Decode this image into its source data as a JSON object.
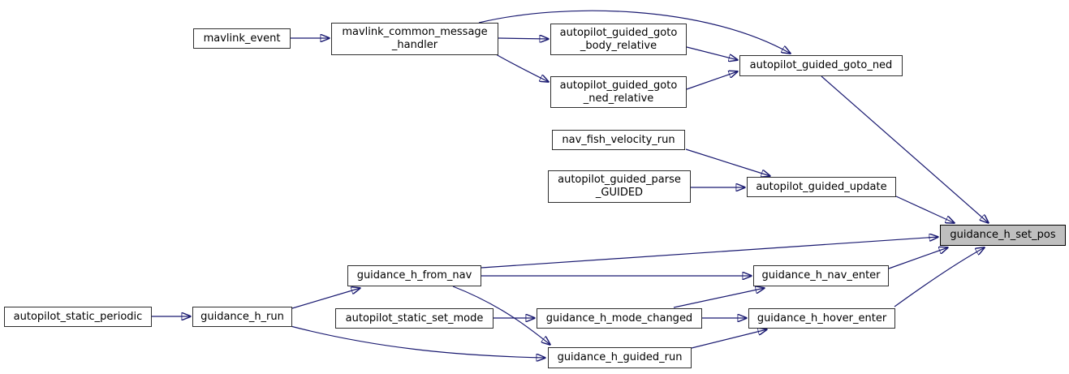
{
  "diagram": {
    "type": "call-graph",
    "background_color": "#ffffff",
    "edge_color": "#191970",
    "node_fill_color": "#ffffff",
    "node_border_color": "#2e2e2e",
    "highlight_fill_color": "#bfbfbf",
    "highlighted_node": "guidance_h_set_pos",
    "nodes": [
      {
        "id": "mavlink_event",
        "label": "mavlink_event"
      },
      {
        "id": "mavlink_common_message_handler",
        "label": "mavlink_common_message\n_handler"
      },
      {
        "id": "autopilot_guided_goto_body_relative",
        "label": "autopilot_guided_goto\n_body_relative"
      },
      {
        "id": "autopilot_guided_goto_ned_relative",
        "label": "autopilot_guided_goto\n_ned_relative"
      },
      {
        "id": "autopilot_guided_goto_ned",
        "label": "autopilot_guided_goto_ned"
      },
      {
        "id": "nav_fish_velocity_run",
        "label": "nav_fish_velocity_run"
      },
      {
        "id": "autopilot_guided_parse_GUIDED",
        "label": "autopilot_guided_parse\n_GUIDED"
      },
      {
        "id": "autopilot_guided_update",
        "label": "autopilot_guided_update"
      },
      {
        "id": "guidance_h_set_pos",
        "label": "guidance_h_set_pos"
      },
      {
        "id": "guidance_h_from_nav",
        "label": "guidance_h_from_nav"
      },
      {
        "id": "autopilot_static_set_mode",
        "label": "autopilot_static_set_mode"
      },
      {
        "id": "guidance_h_mode_changed",
        "label": "guidance_h_mode_changed"
      },
      {
        "id": "guidance_h_guided_run",
        "label": "guidance_h_guided_run"
      },
      {
        "id": "guidance_h_nav_enter",
        "label": "guidance_h_nav_enter"
      },
      {
        "id": "guidance_h_hover_enter",
        "label": "guidance_h_hover_enter"
      },
      {
        "id": "autopilot_static_periodic",
        "label": "autopilot_static_periodic"
      },
      {
        "id": "guidance_h_run",
        "label": "guidance_h_run"
      }
    ],
    "edges": [
      {
        "from": "mavlink_event",
        "to": "mavlink_common_message_handler"
      },
      {
        "from": "mavlink_common_message_handler",
        "to": "autopilot_guided_goto_body_relative"
      },
      {
        "from": "mavlink_common_message_handler",
        "to": "autopilot_guided_goto_ned_relative"
      },
      {
        "from": "mavlink_common_message_handler",
        "to": "autopilot_guided_goto_ned"
      },
      {
        "from": "autopilot_guided_goto_body_relative",
        "to": "autopilot_guided_goto_ned"
      },
      {
        "from": "autopilot_guided_goto_ned_relative",
        "to": "autopilot_guided_goto_ned"
      },
      {
        "from": "autopilot_guided_goto_ned",
        "to": "guidance_h_set_pos"
      },
      {
        "from": "nav_fish_velocity_run",
        "to": "autopilot_guided_update"
      },
      {
        "from": "autopilot_guided_parse_GUIDED",
        "to": "autopilot_guided_update"
      },
      {
        "from": "autopilot_guided_update",
        "to": "guidance_h_set_pos"
      },
      {
        "from": "guidance_h_from_nav",
        "to": "guidance_h_set_pos"
      },
      {
        "from": "guidance_h_from_nav",
        "to": "guidance_h_nav_enter"
      },
      {
        "from": "guidance_h_from_nav",
        "to": "guidance_h_guided_run"
      },
      {
        "from": "autopilot_static_set_mode",
        "to": "guidance_h_mode_changed"
      },
      {
        "from": "guidance_h_mode_changed",
        "to": "guidance_h_nav_enter"
      },
      {
        "from": "guidance_h_mode_changed",
        "to": "guidance_h_hover_enter"
      },
      {
        "from": "guidance_h_guided_run",
        "to": "guidance_h_hover_enter"
      },
      {
        "from": "guidance_h_nav_enter",
        "to": "guidance_h_set_pos"
      },
      {
        "from": "guidance_h_hover_enter",
        "to": "guidance_h_set_pos"
      },
      {
        "from": "autopilot_static_periodic",
        "to": "guidance_h_run"
      },
      {
        "from": "guidance_h_run",
        "to": "guidance_h_from_nav"
      },
      {
        "from": "guidance_h_run",
        "to": "guidance_h_guided_run"
      }
    ]
  }
}
